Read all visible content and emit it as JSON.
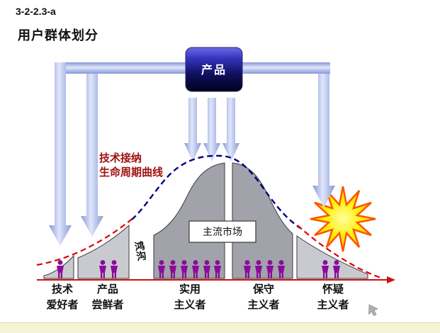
{
  "slide": {
    "code": "3-2-2.3-a",
    "title": "用户群体划分"
  },
  "diagram": {
    "product_label": "产品",
    "curve_label": {
      "line1": "技术接纳",
      "line2": "生命周期曲线"
    },
    "chasm_label": "鸿沟",
    "mainstream_market_label": "主流市场",
    "groups": [
      {
        "id": "tech-enthusiasts",
        "line1": "技术",
        "line2": "爱好者",
        "people": 1
      },
      {
        "id": "early-adopters",
        "line1": "产品",
        "line2": "尝鲜者",
        "people": 2
      },
      {
        "id": "pragmatists",
        "line1": "实用",
        "line2": "主义者",
        "people": 6
      },
      {
        "id": "conservatives",
        "line1": "保守",
        "line2": "主义者",
        "people": 4
      },
      {
        "id": "skeptics",
        "line1": "怀疑",
        "line2": "主义者",
        "people": 2
      }
    ],
    "colors": {
      "product_box_top": "#6a6ae8",
      "product_box_bottom": "#020218",
      "arrow_fill_light": "#dfe6fb",
      "arrow_fill_dark": "#8898d6",
      "curve_red": "#e00000",
      "curve_navy": "#000080",
      "segment_light": "#c9c9d0",
      "segment_dark": "#a2a2aa",
      "person_purple": "#8b0b9b",
      "starburst_fill": "#ffee00",
      "starburst_stroke": "#ff5500",
      "baseline_red": "#cc1111",
      "curve_label_red": "#a01010",
      "bottom_bar": "#f6f3d4"
    }
  }
}
